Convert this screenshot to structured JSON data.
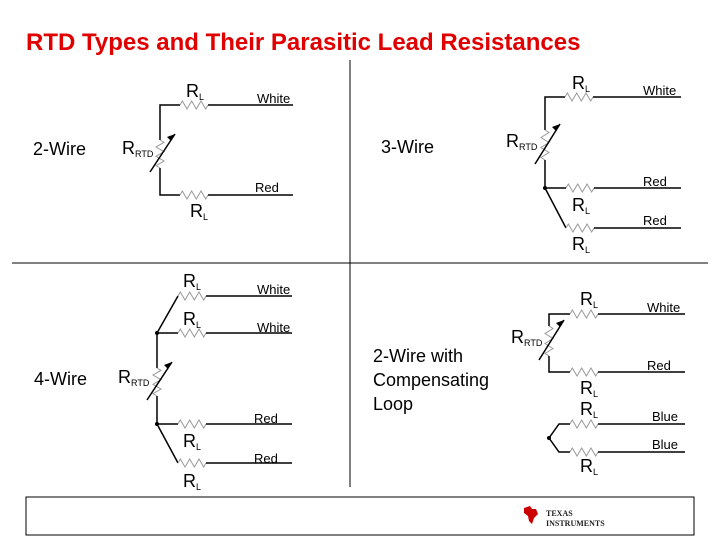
{
  "title": "RTD Types and Their Parasitic Lead Resistances",
  "colors": {
    "title": "#e00000",
    "logo": "#cc0000"
  },
  "symbols": {
    "r": "R",
    "lead_sub": "L",
    "rtd_sub": "RTD"
  },
  "sections": {
    "two_wire": {
      "label": "2-Wire",
      "wires": [
        "White",
        "Red"
      ]
    },
    "three_wire": {
      "label": "3-Wire",
      "wires": [
        "White",
        "Red",
        "Red"
      ]
    },
    "four_wire": {
      "label": "4-Wire",
      "wires": [
        "White",
        "White",
        "Red",
        "Red"
      ]
    },
    "compensating": {
      "label_lines": [
        "2-Wire with",
        "Compensating",
        "Loop"
      ],
      "wires": [
        "White",
        "Red",
        "Blue",
        "Blue"
      ]
    }
  },
  "footer": {
    "logo_lines": [
      "Texas",
      "Instruments"
    ]
  }
}
